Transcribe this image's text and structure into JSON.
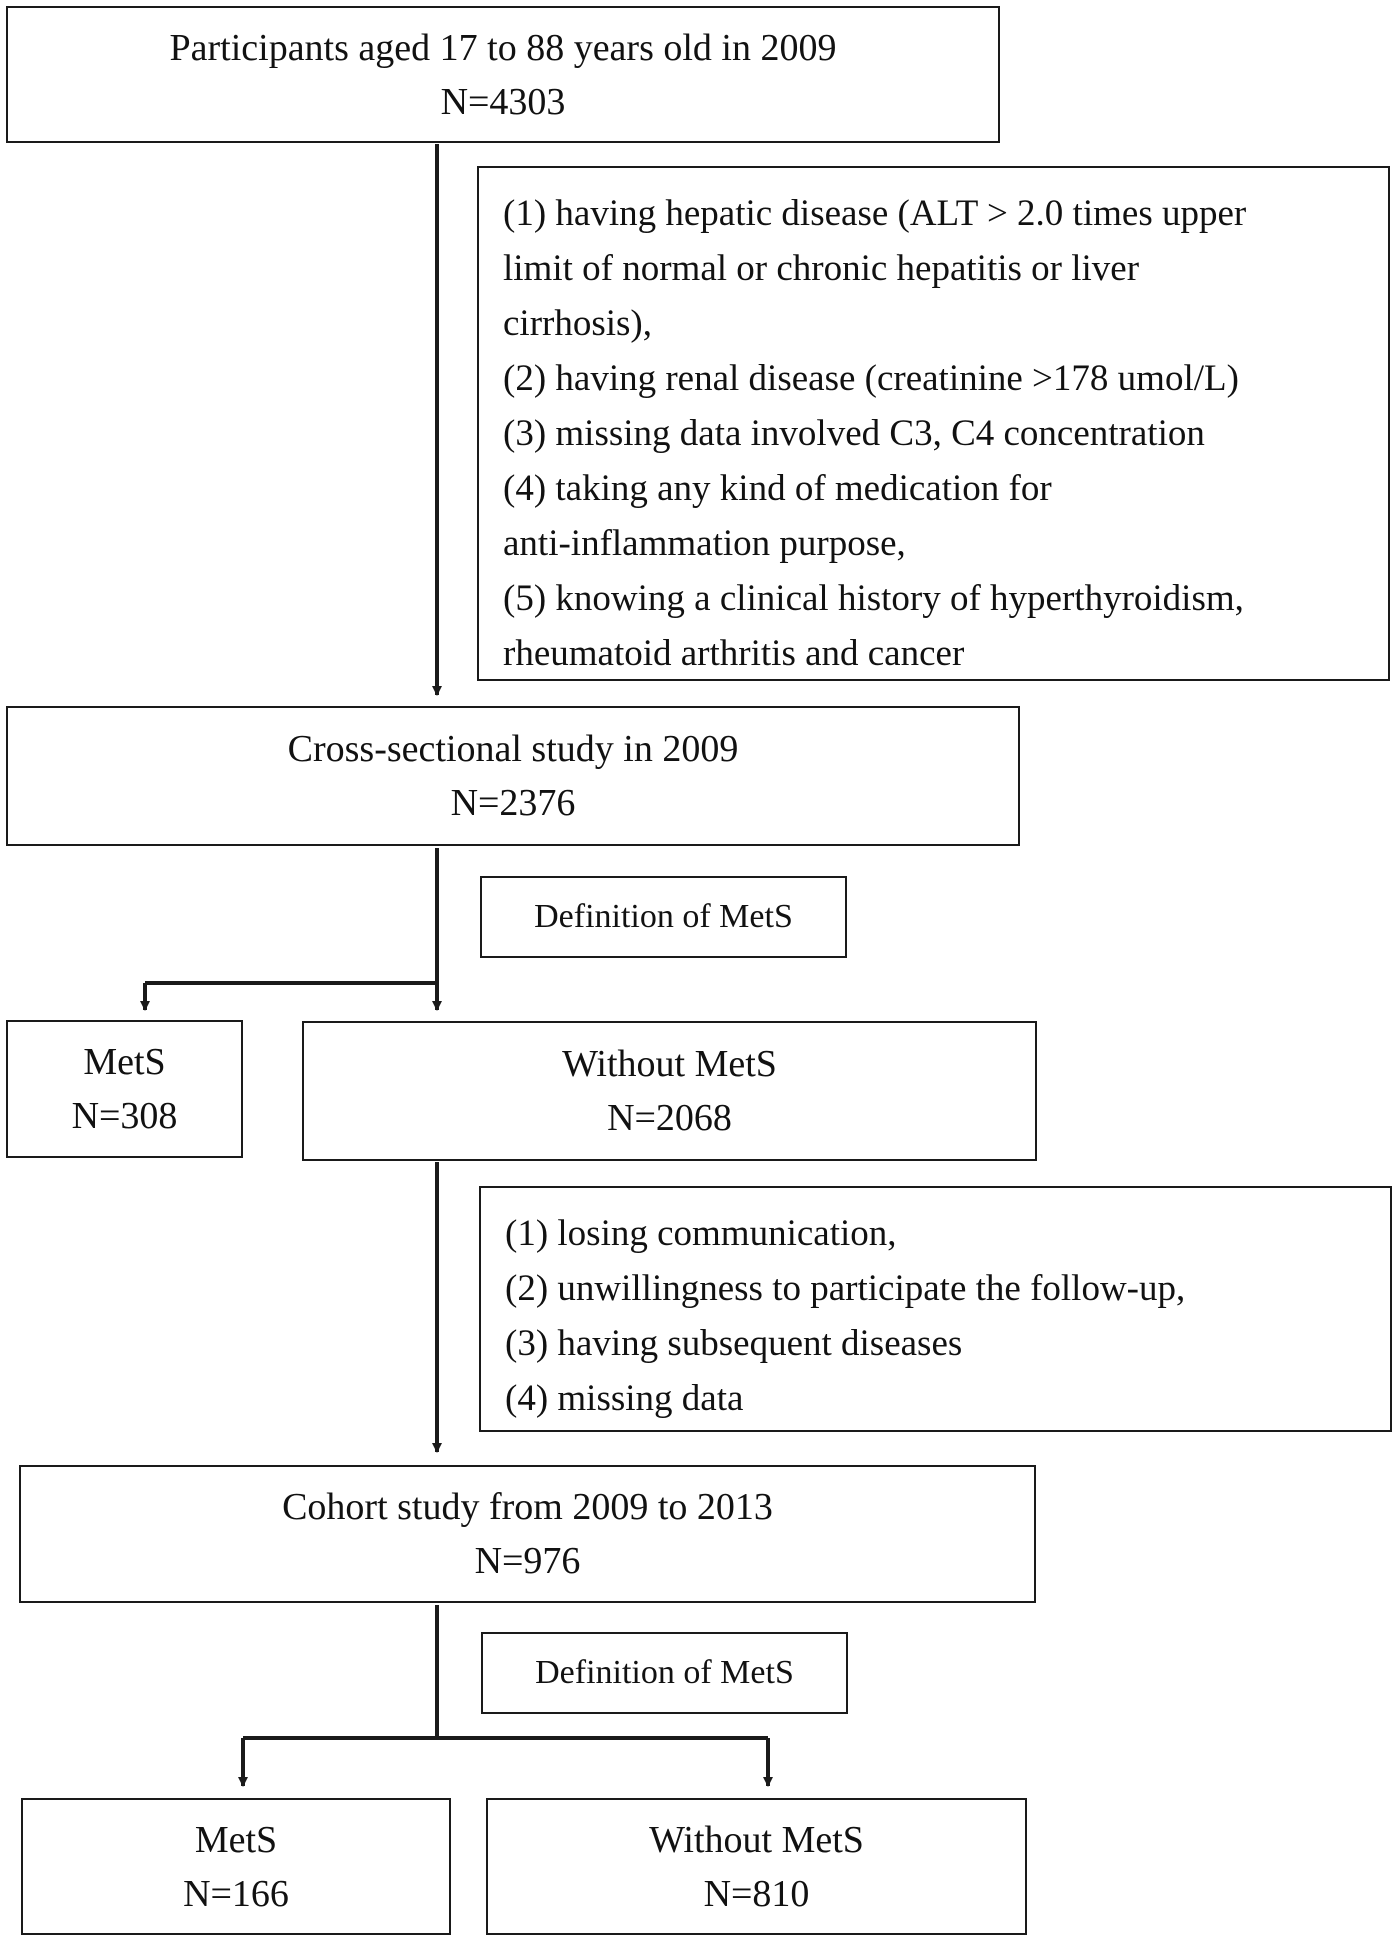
{
  "nodes": {
    "start": {
      "title": "Participants aged 17 to 88 years old in 2009",
      "n": "N=4303"
    },
    "exclusion1": {
      "lines": [
        "(1) having hepatic disease (ALT > 2.0 times upper",
        "limit of normal or chronic hepatitis or liver",
        "cirrhosis),",
        "(2) having renal disease (creatinine >178 umol/L)",
        "(3) missing data involved C3, C4 concentration",
        "(4) taking any kind of medication for",
        "anti-inflammation purpose,",
        "(5) knowing a clinical  history of hyperthyroidism,",
        "rheumatoid arthritis and cancer"
      ]
    },
    "cross_sectional": {
      "title": "Cross-sectional study in 2009",
      "n": "N=2376"
    },
    "definition1": {
      "label": "Definition of MetS"
    },
    "mets_2009": {
      "title": "MetS",
      "n": "N=308"
    },
    "without_mets_2009": {
      "title": "Without MetS",
      "n": "N=2068"
    },
    "exclusion2": {
      "lines": [
        "(1) losing communication,",
        "(2) unwillingness to participate the follow-up,",
        "(3) having subsequent diseases",
        "(4) missing data"
      ]
    },
    "cohort": {
      "title": "Cohort study from 2009 to 2013",
      "n": "N=976"
    },
    "definition2": {
      "label": "Definition of MetS"
    },
    "mets_2013": {
      "title": "MetS",
      "n": "N=166"
    },
    "without_mets_2013": {
      "title": "Without MetS",
      "n": "N=810"
    }
  }
}
